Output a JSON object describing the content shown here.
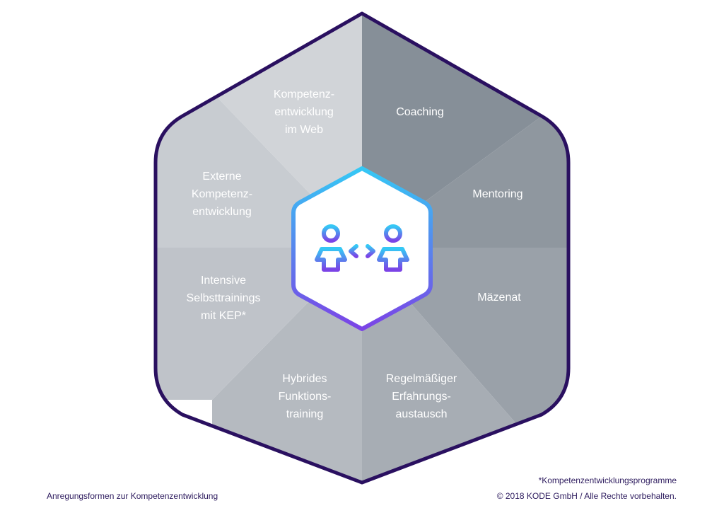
{
  "segments": [
    {
      "lines": [
        "Coaching"
      ],
      "color": "#868f98"
    },
    {
      "lines": [
        "Mentoring"
      ],
      "color": "#8f979f"
    },
    {
      "lines": [
        "Mäzenat"
      ],
      "color": "#9aa1a9"
    },
    {
      "lines": [
        "Regelmäßiger",
        "Erfahrungs-",
        "austausch"
      ],
      "color": "#a7adb4"
    },
    {
      "lines": [
        "Hybrides",
        "Funktions-",
        "training"
      ],
      "color": "#b5bac0"
    },
    {
      "lines": [
        "Intensive",
        "Selbsttrainings",
        "mit KEP*"
      ],
      "color": "#bfc3c9"
    },
    {
      "lines": [
        "Externe",
        "Kompetenz-",
        "entwicklung"
      ],
      "color": "#c8ccd1"
    },
    {
      "lines": [
        "Kompetenz-",
        "entwicklung",
        "im Web"
      ],
      "color": "#d1d4d8"
    }
  ],
  "center_icon": "two-people-exchange-icon",
  "colors": {
    "outline": "#2a1060",
    "accent_top": "#35c8f5",
    "accent_bottom": "#7b43e6"
  },
  "footer": {
    "caption": "Anregungsformen zur Kompetenzentwicklung",
    "footnote": "*Kompetenzentwicklungsprogramme",
    "copyright": "© 2018 KODE GmbH / Alle Rechte vorbehalten."
  }
}
